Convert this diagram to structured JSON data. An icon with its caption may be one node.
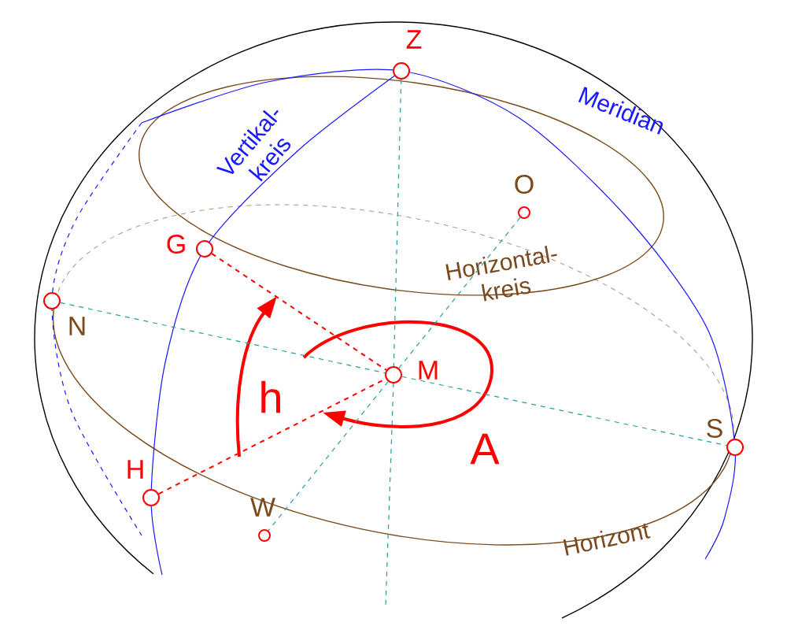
{
  "diagram": {
    "nodes": [
      {
        "text": [
          "Z"
        ]
      },
      {
        "text": [
          "O"
        ]
      },
      {
        "text": [
          "G"
        ]
      },
      {
        "text": [
          "N"
        ]
      },
      {
        "text": [
          "M"
        ]
      },
      {
        "text": [
          "S"
        ]
      },
      {
        "text": [
          "H"
        ]
      },
      {
        "text": [
          "W"
        ]
      }
    ],
    "edges": [
      {
        "from": 0,
        "to": 4,
        "arrow": "none",
        "style": "dashed"
      },
      {
        "from": 3,
        "to": 4,
        "arrow": "none",
        "style": "dashed"
      },
      {
        "from": 4,
        "to": 5,
        "arrow": "none",
        "style": "dashed"
      },
      {
        "from": 1,
        "to": 4,
        "arrow": "none",
        "style": "dashed"
      },
      {
        "from": 4,
        "to": 7,
        "arrow": "none",
        "style": "dashed"
      },
      {
        "from": 2,
        "to": 4,
        "arrow": "none",
        "style": "dashed",
        "color": "#ff0000"
      },
      {
        "from": 6,
        "to": 4,
        "arrow": "none",
        "style": "dashed",
        "color": "#ff0000"
      }
    ],
    "labels": [
      "Meridian",
      "Vertikal- kreis",
      "Horizontal- kreis",
      "Horizont",
      "h",
      "A"
    ]
  }
}
